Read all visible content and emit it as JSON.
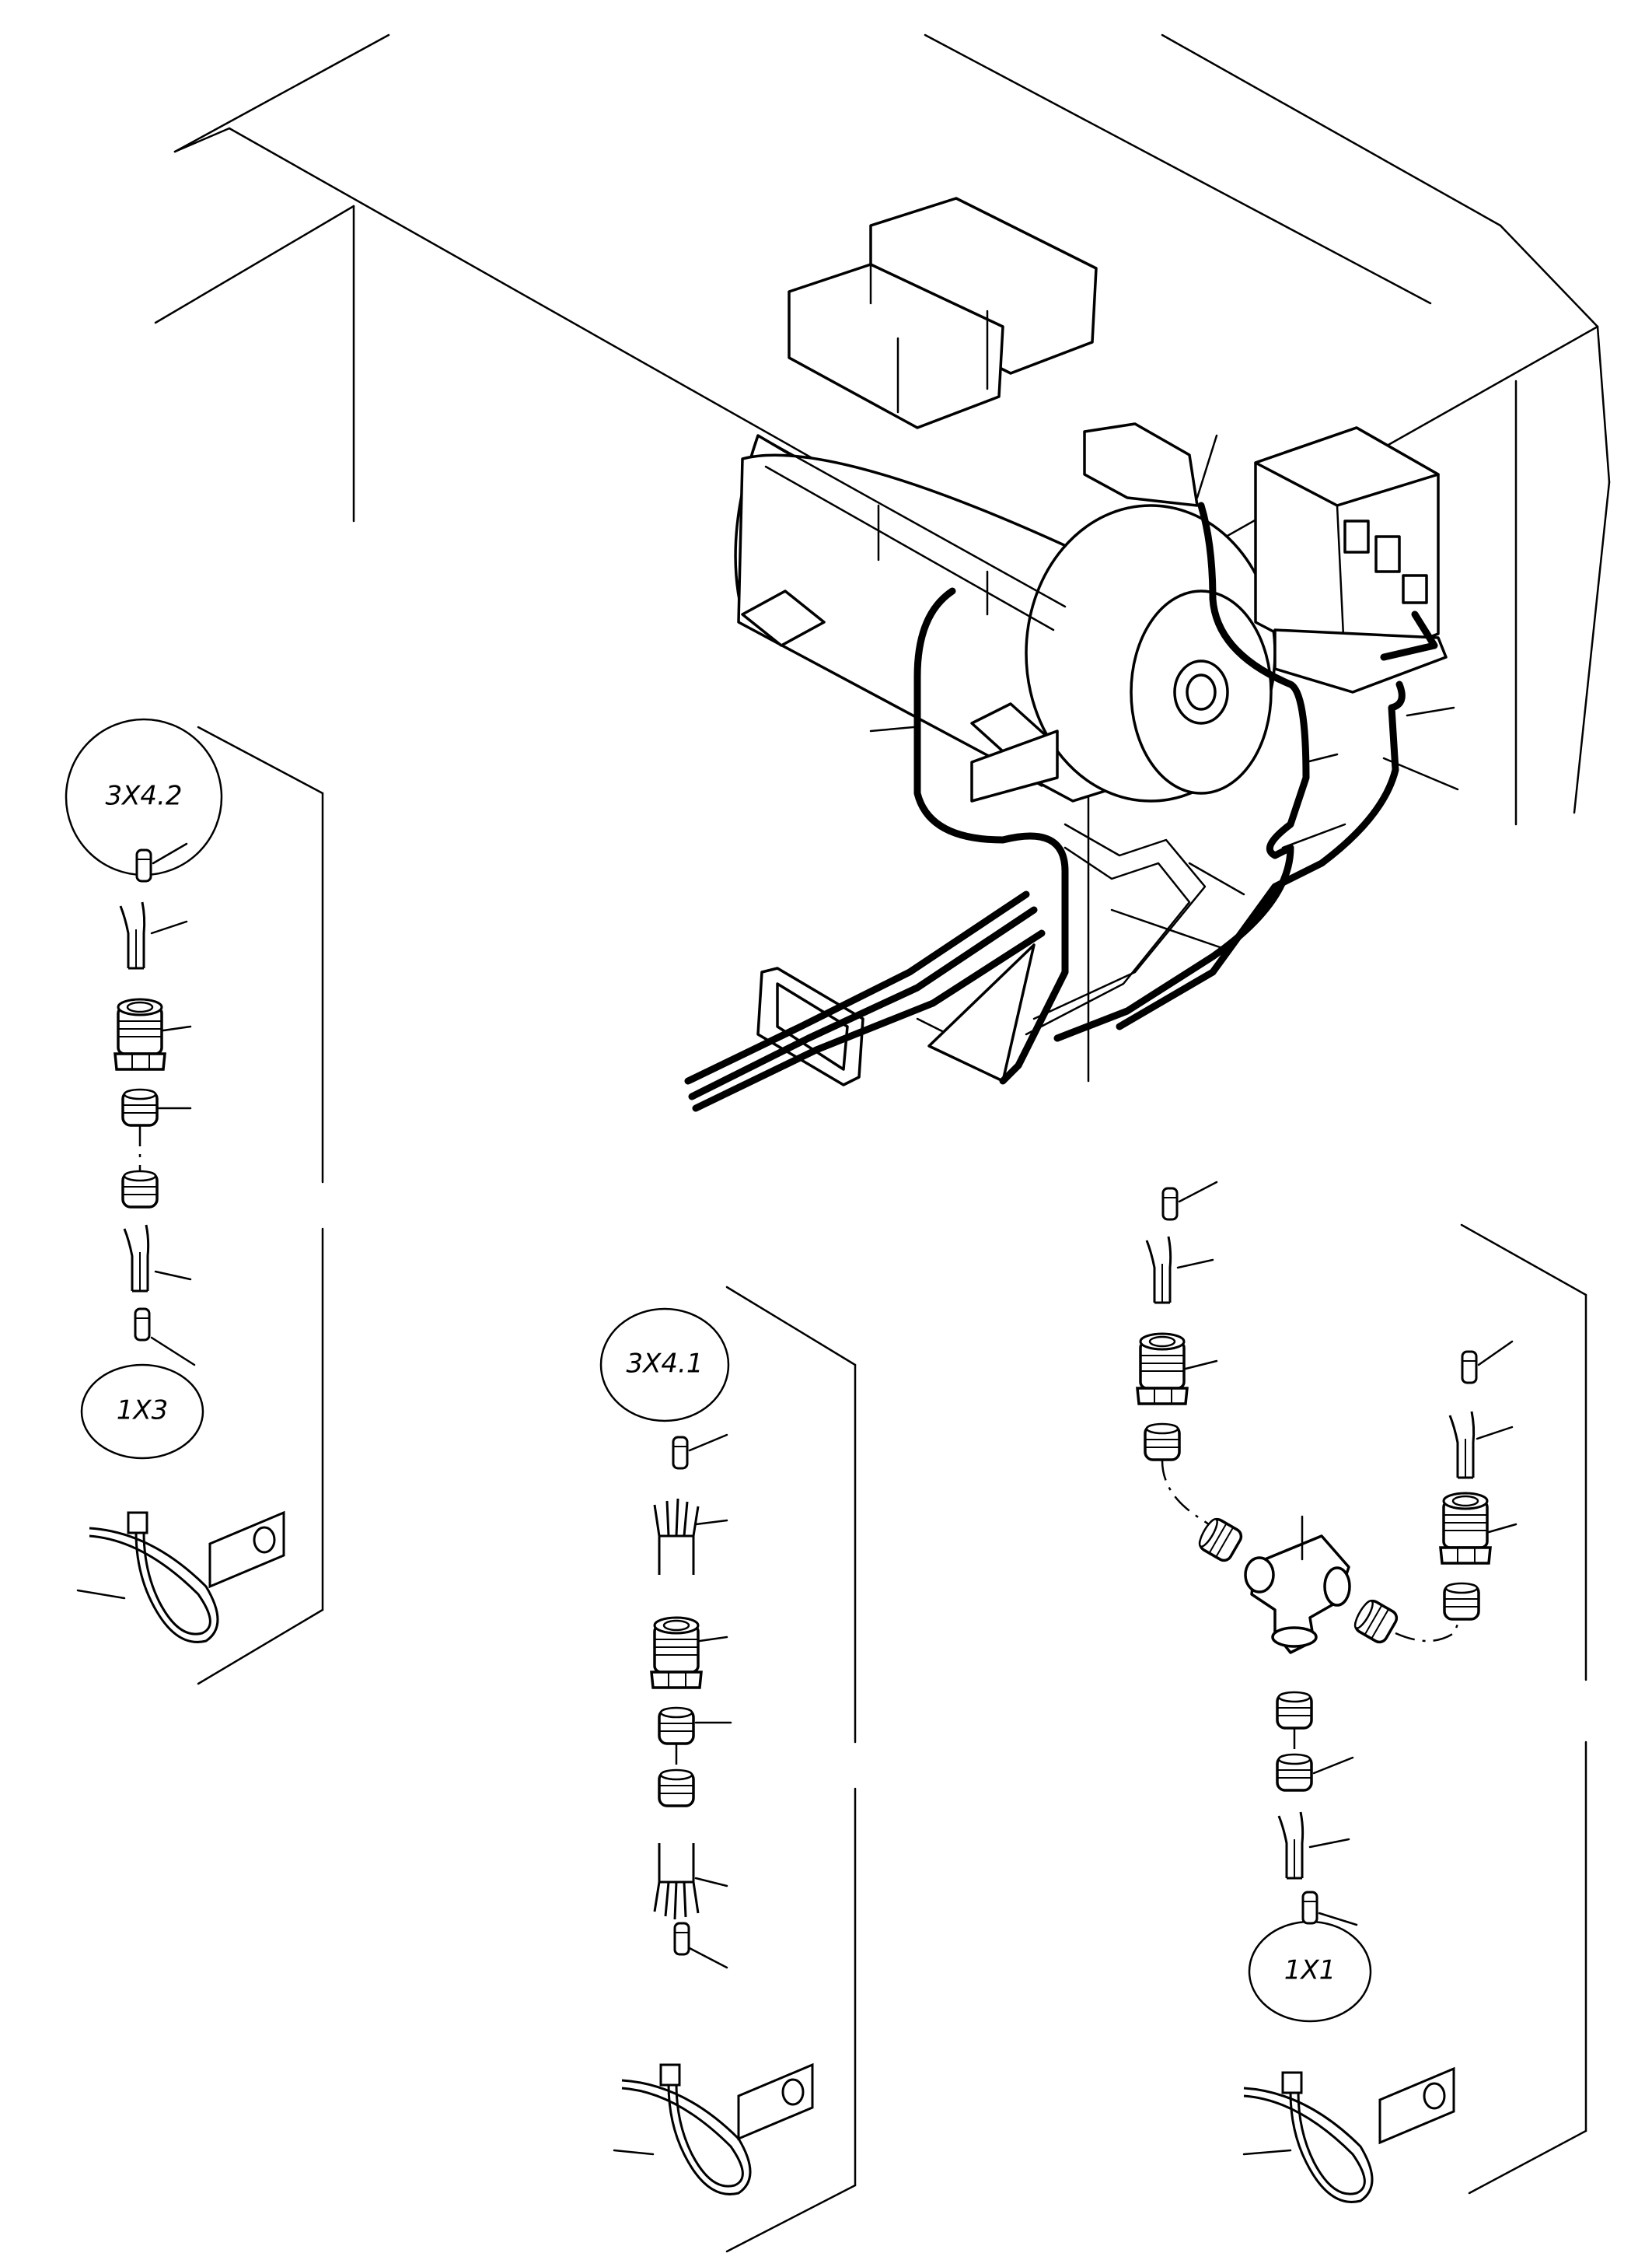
{
  "diagram": {
    "connector_labels": [
      {
        "id": "3x4-2",
        "text": "3X4.2"
      },
      {
        "id": "1x3",
        "text": "1X3"
      },
      {
        "id": "3x4-1",
        "text": "3X4.1"
      },
      {
        "id": "1x1",
        "text": "1X1"
      }
    ]
  }
}
